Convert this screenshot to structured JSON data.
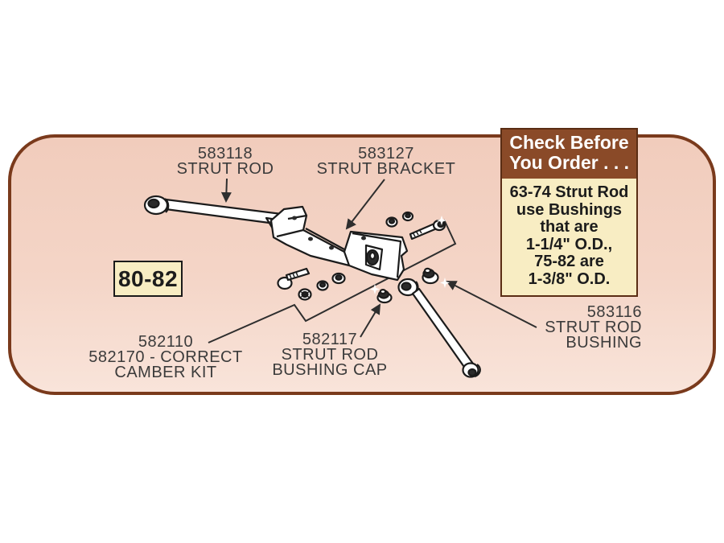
{
  "badge": {
    "label": "80-82"
  },
  "part_labels": {
    "strut_rod": "583118\nSTRUT ROD",
    "strut_bracket": "583127\nSTRUT BRACKET",
    "camber_kit": "582110\n582170 - CORRECT\nCAMBER KIT",
    "strut_rod_bushing_cap": "582117\nSTRUT ROD\nBUSHING CAP",
    "strut_rod_bushing": "583116\nSTRUT ROD\nBUSHING"
  },
  "callout": {
    "header": "Check Before\nYou Order . . .",
    "body": "63-74 Strut Rod\nuse Bushings\nthat are\n1-1/4\" O.D.,\n75-82 are\n1-3/8\" O.D."
  },
  "colors": {
    "panel_border": "#7a3a1c",
    "panel_bg_top": "#f1ccbc",
    "panel_bg_bottom": "#f9e4da",
    "callout_header_bg": "#8a4a28",
    "callout_header_text": "#ffffff",
    "callout_body_bg": "#f8edc3",
    "callout_border": "#5a2d14",
    "badge_bg": "#f8edc3",
    "badge_border": "#1a1a1a",
    "line_art": "#1b1b1b",
    "label_text": "#3b3b3b"
  }
}
